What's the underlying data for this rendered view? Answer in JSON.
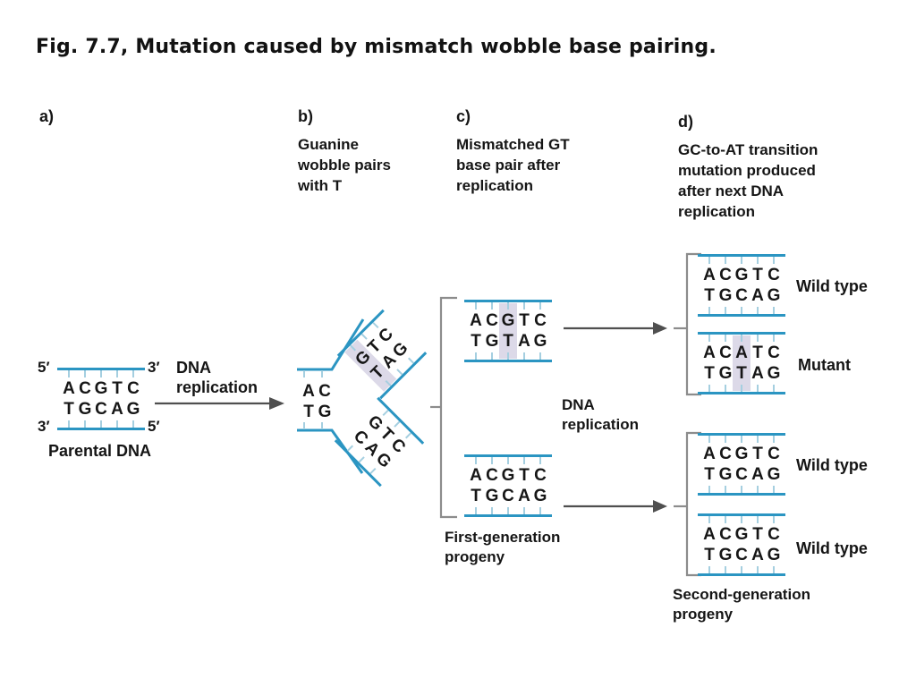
{
  "title": "Fig. 7.7, Mutation caused by mismatch wobble base pairing.",
  "colors": {
    "strand": "#2b95c2",
    "tick": "#a5cfe0",
    "highlight": "#dcd9e8",
    "connector": "#8c8c8c",
    "arrow": "#4f4f4f"
  },
  "panels": {
    "a": {
      "label": "a)"
    },
    "b": {
      "label": "b)",
      "description": "Guanine\nwobble pairs\nwith T"
    },
    "c": {
      "label": "c)",
      "description": "Mismatched GT\nbase pair after\nreplication"
    },
    "d": {
      "label": "d)",
      "description": "GC-to-AT transition\nmutation produced\nafter next DNA\nreplication"
    }
  },
  "strand_end_labels": {
    "top_left": "5′",
    "top_right": "3′",
    "bottom_left": "3′",
    "bottom_right": "5′"
  },
  "duplexes": {
    "parental": {
      "top": "ACGTC",
      "bottom": "TGCAG",
      "highlight": -1
    },
    "fork_center": {
      "top": "AC",
      "bottom": "TG",
      "highlight": -1
    },
    "fork_upper": {
      "top": "GTC",
      "bottom": "TAG",
      "highlight": 0
    },
    "fork_lower": {
      "top": "GTC",
      "bottom": "CAG",
      "highlight": -1
    },
    "c_upper": {
      "top": "ACGTC",
      "bottom": "TGTAG",
      "highlight": 2
    },
    "c_lower": {
      "top": "ACGTC",
      "bottom": "TGCAG",
      "highlight": -1
    },
    "d_wild1": {
      "top": "ACGTC",
      "bottom": "TGCAG",
      "highlight": -1
    },
    "d_mutant": {
      "top": "ACATC",
      "bottom": "TGTAG",
      "highlight": 2
    },
    "d_wild2": {
      "top": "ACGTC",
      "bottom": "TGCAG",
      "highlight": -1
    },
    "d_wild3": {
      "top": "ACGTC",
      "bottom": "TGCAG",
      "highlight": -1
    }
  },
  "labels": {
    "parental_dna": "Parental DNA",
    "dna_replication_a": "DNA\nreplication",
    "dna_replication_c": "DNA\nreplication",
    "first_generation": "First-generation\nprogeny",
    "second_generation": "Second-generation\nprogeny",
    "wild_type_1": "Wild type",
    "mutant": "Mutant",
    "wild_type_2": "Wild type",
    "wild_type_3": "Wild type"
  }
}
